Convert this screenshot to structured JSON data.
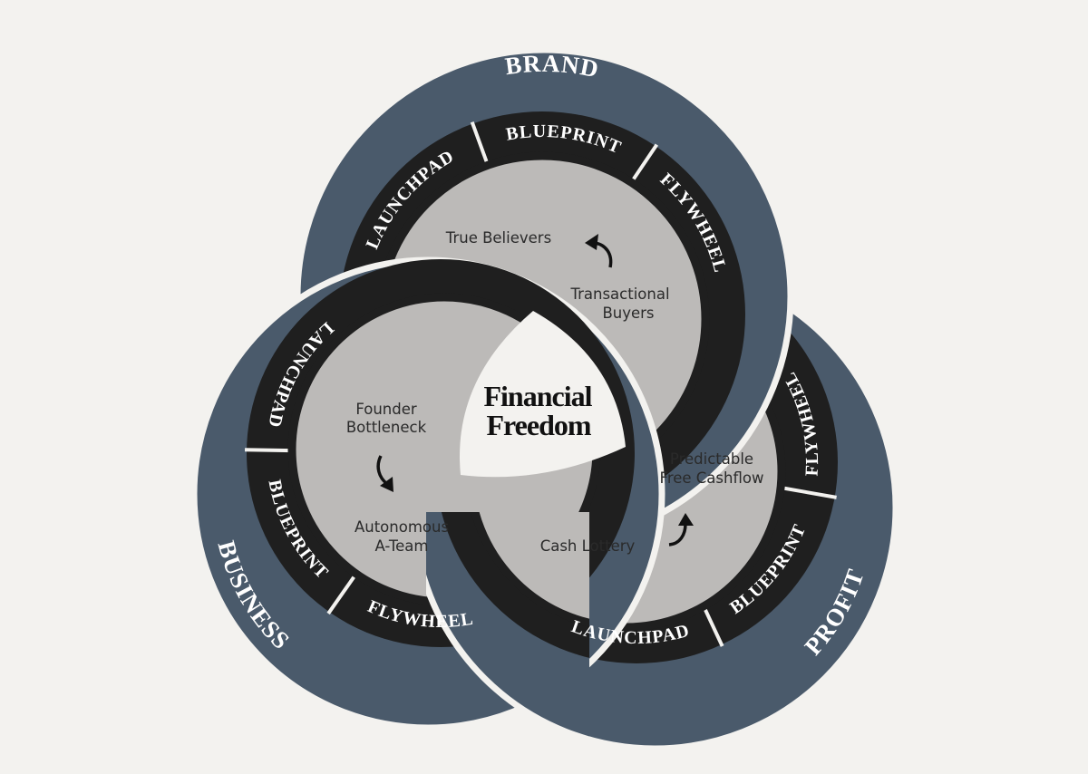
{
  "colors": {
    "background": "#f3f2ef",
    "navy": "#4a5a6b",
    "ring": "#1f1f1f",
    "disk": "#bcbab8",
    "center": "#f3f2ef"
  },
  "center": {
    "line1": "Financial",
    "line2": "Freedom"
  },
  "circles": {
    "brand": {
      "title": "BRAND",
      "segments": [
        "LAUNCHPAD",
        "BLUEPRINT",
        "FLYWHEEL"
      ],
      "stages": {
        "start": "True Believers",
        "end_line1": "Transactional",
        "end_line2": "Buyers"
      },
      "arrow_icon": "curved-arrow-up-left-icon"
    },
    "business": {
      "title": "BUSINESS",
      "segments": [
        "LAUNCHPAD",
        "BLUEPRINT",
        "FLYWHEEL"
      ],
      "stages": {
        "start_line1": "Founder",
        "start_line2": "Bottleneck",
        "end_line1": "Autonomous",
        "end_line2": "A-Team"
      },
      "arrow_icon": "curved-arrow-down-icon"
    },
    "profit": {
      "title": "PROFIT",
      "segments": [
        "FLYWHEEL",
        "BLUEPRINT",
        "LAUNCHPAD"
      ],
      "stages": {
        "start": "Cash Lottery",
        "end_line1": "Predictable",
        "end_line2": "Free Cashflow"
      },
      "arrow_icon": "curved-arrow-up-icon"
    }
  }
}
